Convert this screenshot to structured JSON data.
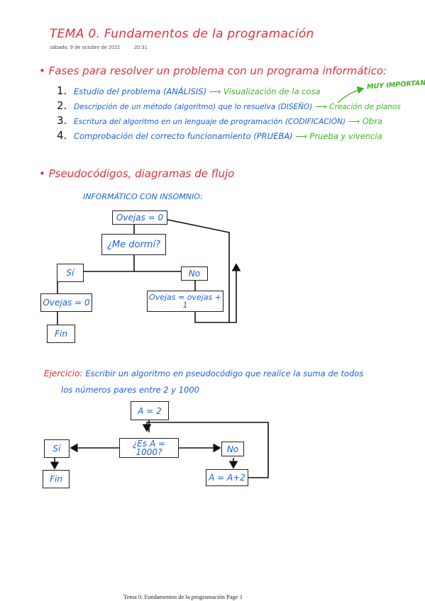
{
  "header": {
    "title": "TEMA 0. Fundamentos de la programación",
    "date": "sábado, 9 de octubre de 2021",
    "time": "20:31"
  },
  "section1": {
    "heading": "Fases para resolver un problema con un programa informático:",
    "steps": [
      {
        "num": "1.",
        "text": "Estudio del problema (ANÁLISIS)",
        "result": "Visualización de la cosa"
      },
      {
        "num": "2.",
        "text": "Descripción de un método (algoritmo) que lo resuelva (DISEÑO)",
        "result": "Creación de planos"
      },
      {
        "num": "3.",
        "text": "Escritura del algoritmo en un lenguaje de programación (CODIFICACIÓN)",
        "result": "Obra"
      },
      {
        "num": "4.",
        "text": "Comprobación del correcto funcionamiento (PRUEBA)",
        "result": "Prueba y vivencia"
      }
    ],
    "note": "MUY IMPORTANTE"
  },
  "section2": {
    "heading": "Pseudocódigos, diagramas de flujo",
    "subtitle": "INFORMÁTICO CON INSOMNIO:",
    "flow": {
      "start": "Ovejas = 0",
      "question": "¿Me dormí?",
      "yes": "Sí",
      "no": "No",
      "yes_action": "Ovejas = 0",
      "no_action": "Ovejas = ovejas + 1",
      "end": "Fin"
    }
  },
  "section3": {
    "label": "Ejercicio:",
    "text_line1": "Escribir un algoritmo en pseudocódigo que realice la suma de todos",
    "text_line2": "los números pares entre 2 y 1000",
    "flow": {
      "start": "A = 2",
      "question": "¿Es A = 1000?",
      "yes": "Sí",
      "no": "No",
      "end": "Fin",
      "update": "A = A+2"
    }
  },
  "footer": {
    "page_label": "Tema 0. Fundamentos de la programación Page 1"
  },
  "colors": {
    "heading_red": "#e0303a",
    "step_blue": "#1a5fd6",
    "result_green": "#3cb521"
  }
}
